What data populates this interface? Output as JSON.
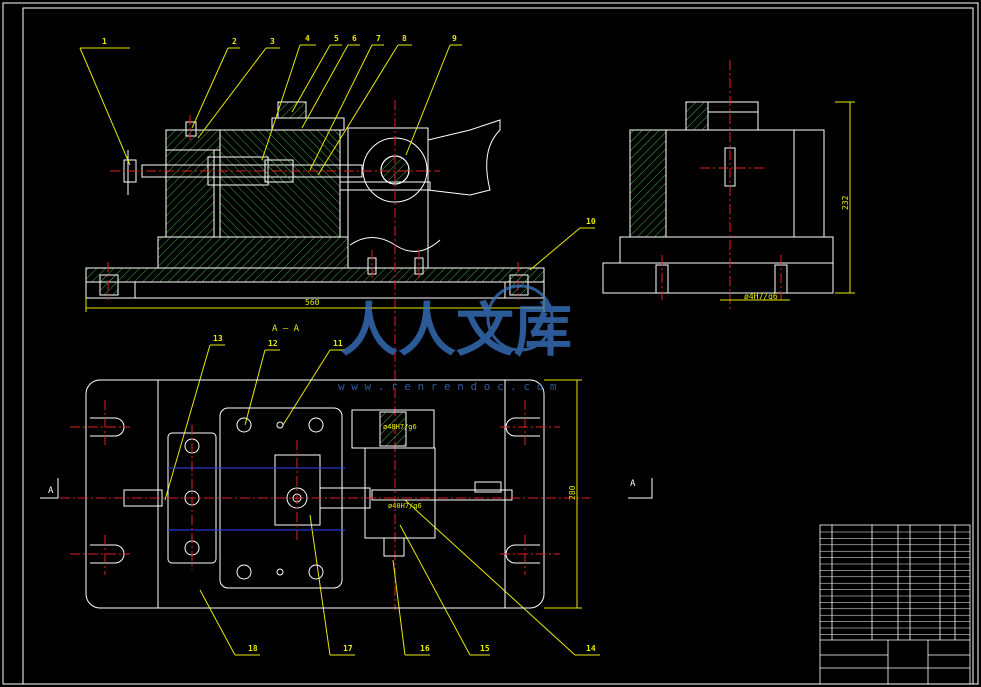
{
  "colors": {
    "background": "#000000",
    "outline": "#ffffff",
    "hatch": "#3fae3f",
    "center": "#e02020",
    "dimension": "#e8e800",
    "blue": "#3040ff",
    "watermark": "#3a78c8"
  },
  "balloons": [
    "1",
    "2",
    "3",
    "4",
    "5",
    "6",
    "7",
    "8",
    "9",
    "10",
    "11",
    "12",
    "13",
    "14",
    "15",
    "16",
    "17",
    "18"
  ],
  "dimensions": {
    "front_length": "560",
    "side_height": "232",
    "side_fit": "ø4H7/g6",
    "plan_height": "280",
    "plan_fit_a": "ø48H7/g6",
    "plan_fit_b": "ø40H7/g6"
  },
  "section": {
    "title": "A — A",
    "marker_left": "A",
    "marker_right": "A"
  },
  "watermark": {
    "text": "人人文库",
    "url": "w w w . r e n r e n d o c . c o m"
  }
}
